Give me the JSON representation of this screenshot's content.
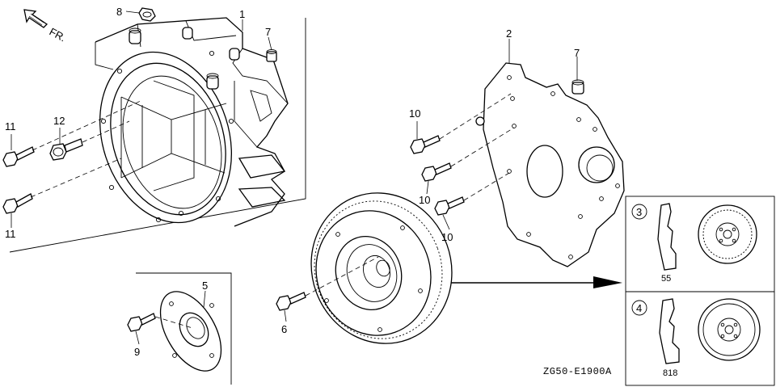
{
  "orientation": {
    "label": "FR."
  },
  "diagram_code": "ZG50-E1900A",
  "callouts": {
    "c1": "1",
    "c2": "2",
    "c5": "5",
    "c6": "6",
    "c7a": "7",
    "c7b": "7",
    "c8": "8",
    "c9": "9",
    "c10a": "10",
    "c10b": "10",
    "c10c": "10",
    "c11a": "11",
    "c11b": "11",
    "c12": "12"
  },
  "variants": [
    {
      "number": "3",
      "tag": "55"
    },
    {
      "number": "4",
      "tag": "818"
    }
  ]
}
